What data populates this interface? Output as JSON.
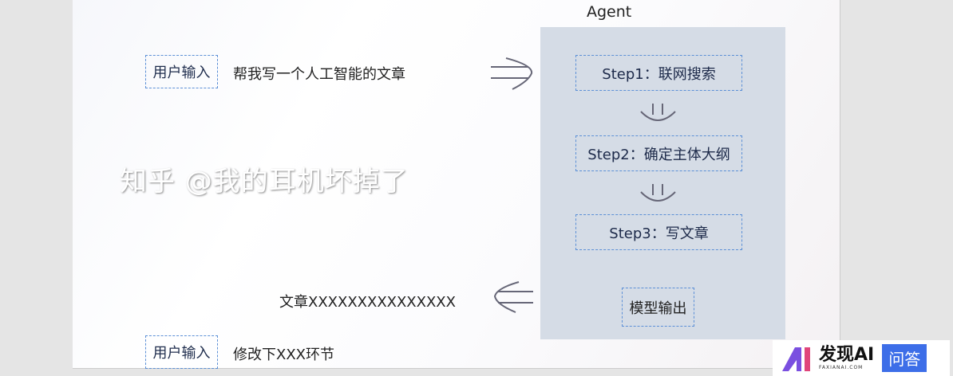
{
  "agent_label": "Agent",
  "user_input_label": "用户输入",
  "user_request_1": "帮我写一个人工智能的文章",
  "steps": [
    "Step1：联网搜索",
    "Step2：确定主体大纲",
    "Step3：写文章"
  ],
  "model_output": "模型输出",
  "article_output": "文章XXXXXXXXXXXXXXX",
  "user_request_2": "修改下XXX环节",
  "watermark": "知乎 @我的耳机坏掉了",
  "logo": {
    "name": "发现AI",
    "sub": "FAXIANAI.COM",
    "badge": "问答"
  }
}
